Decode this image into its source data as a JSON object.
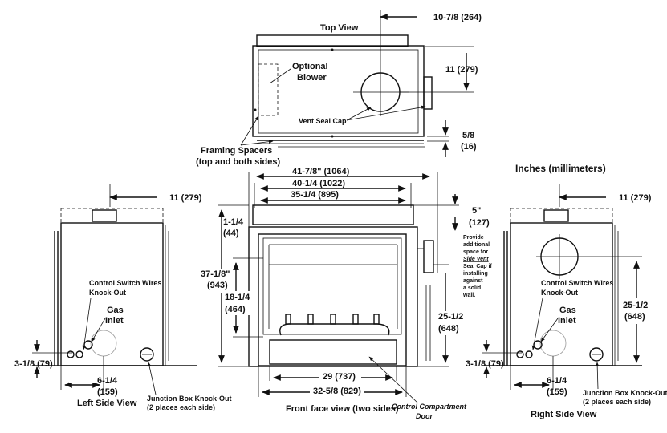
{
  "views": {
    "top": "Top View",
    "left_side": "Left Side View",
    "right_side": "Right Side View",
    "front_line1": "Front face view (two sides)",
    "units": "Inches (millimeters)"
  },
  "labels": {
    "optional_blower_1": "Optional",
    "optional_blower_2": "Blower",
    "vent_seal_cap": "Vent Seal Cap",
    "framing_spacers_1": "Framing Spacers",
    "framing_spacers_2": "(top and both sides)",
    "control_switch_1": "Control Switch Wires",
    "control_switch_2": "Knock-Out",
    "gas_inlet_1": "Gas",
    "gas_inlet_2": "Inlet",
    "junction_box_1": "Junction Box Knock-Out",
    "junction_box_2": "(2 places each side)",
    "control_compartment_1": "Control Compartment",
    "control_compartment_2": "Door",
    "provide_note": [
      "Provide",
      "additional",
      "space for",
      "Side Vent",
      "Seal Cap if",
      "installing",
      "against",
      "a solid",
      "wall."
    ]
  },
  "dimensions": {
    "top_10_7_8": "10-7/8 (264)",
    "top_11": "11 (279)",
    "top_5_8": "5/8",
    "top_16": "(16)",
    "front_41_7_8": "41-7/8\" (1064)",
    "front_40_1_4": "40-1/4 (1022)",
    "front_35_1_4": "35-1/4 (895)",
    "front_5": "5\"",
    "front_127": "(127)",
    "front_1_1_4": "1-1/4",
    "front_44": "(44)",
    "front_37_1_8": "37-1/8\"",
    "front_943": "(943)",
    "front_18_1_4": "18-1/4",
    "front_464": "(464)",
    "front_25_1_2": "25-1/2",
    "front_648": "(648)",
    "front_29": "29 (737)",
    "front_32_5_8": "32-5/8 (829)",
    "left_11": "11 (279)",
    "left_3_1_8": "3-1/8 (79)",
    "left_6_1_4": "6-1/4",
    "left_159": "(159)",
    "right_11": "11 (279)",
    "right_25_1_2": "25-1/2",
    "right_648": "(648)",
    "right_3_1_8": "3-1/8 (79)",
    "right_6_1_4": "6-1/4",
    "right_159": "(159)"
  }
}
